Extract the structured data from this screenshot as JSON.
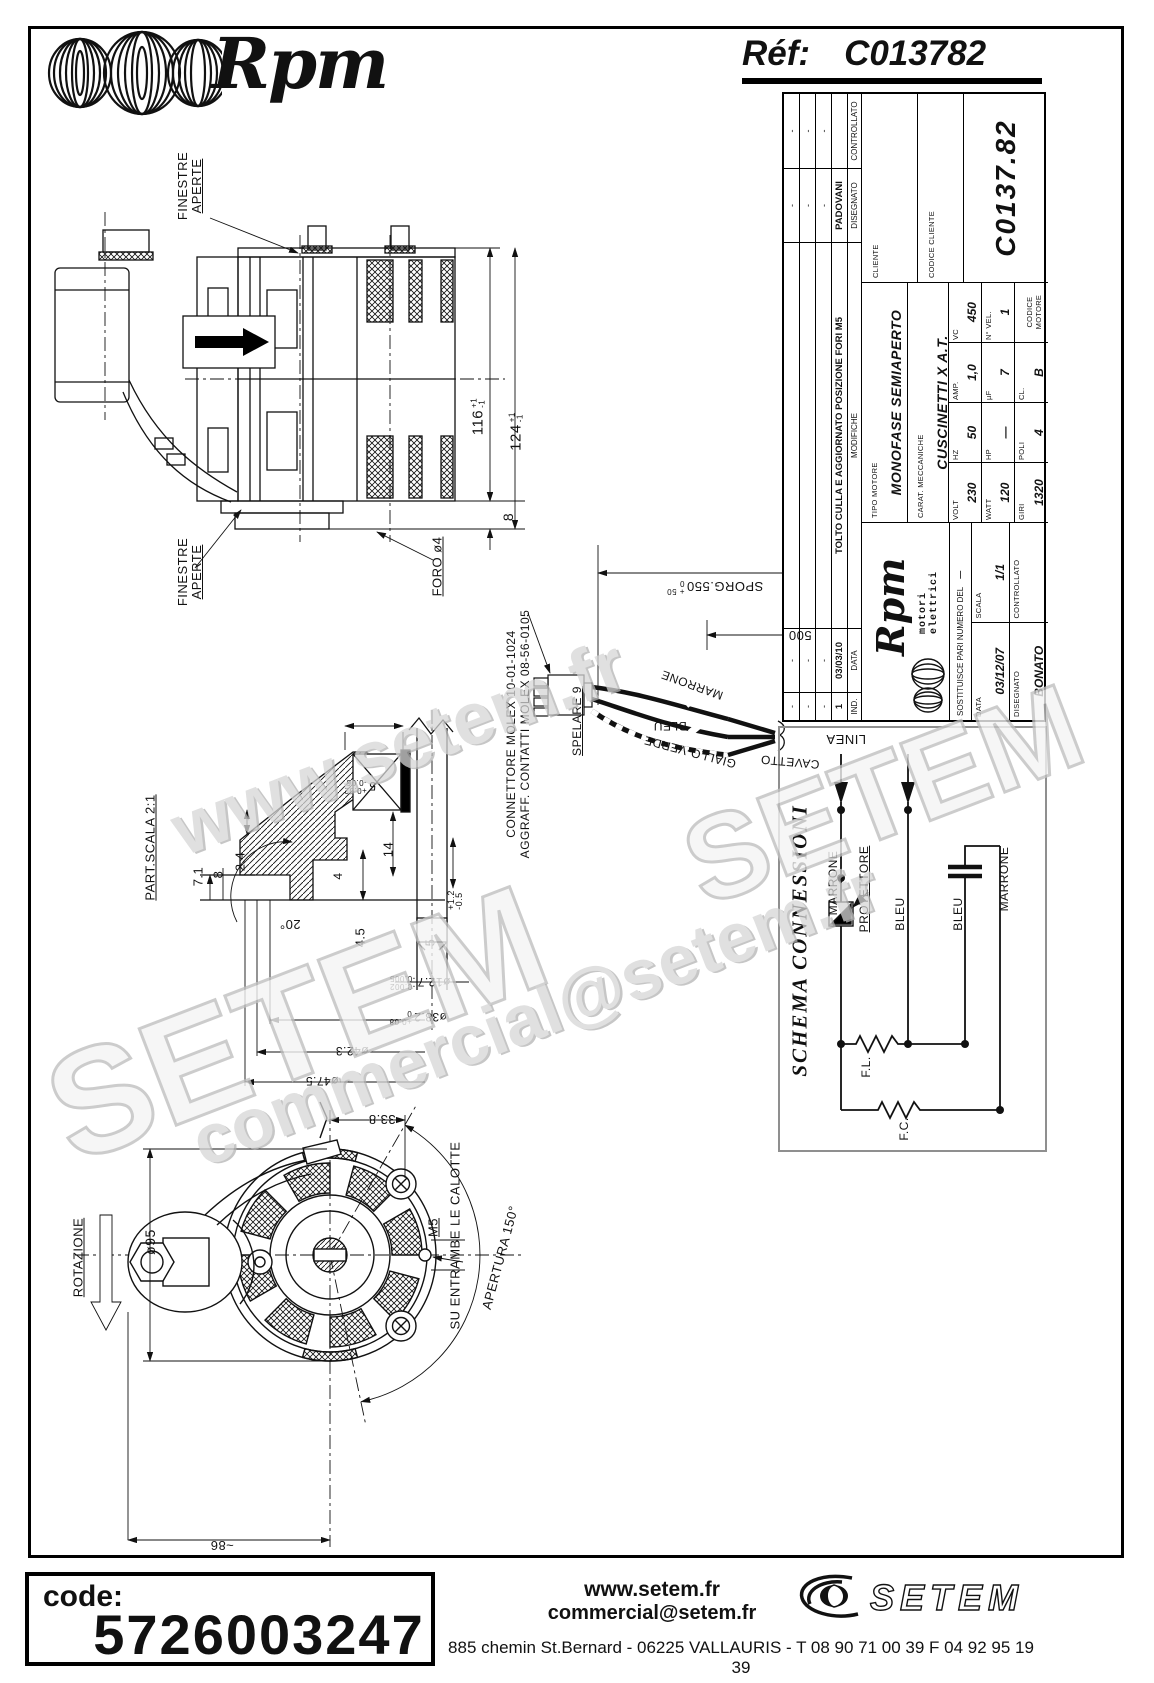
{
  "header": {
    "brand": "Rpm",
    "ref_label": "Réf:",
    "ref_value": "C013782"
  },
  "side_view": {
    "finestre1_l1": "FINESTRE",
    "finestre1_l2": "APERTE",
    "finestre2_l1": "FINESTRE",
    "finestre2_l2": "APERTE",
    "foro": "FORO ø4",
    "dim_height": "116",
    "dim_height_tp": "+1",
    "dim_height_tm": "-1",
    "dim_total": "124",
    "dim_total_tp": "+1",
    "dim_total_tm": "-1",
    "dim_flange": "8"
  },
  "cable": {
    "sporg": "SPORG.550",
    "sporg_tp": "+ 50",
    "sporg_tm": "0",
    "dim_wire": "500",
    "marrone": "MARRONE",
    "bleu": "BLEU",
    "giallo_verde": "GIALLO-VERDE",
    "cavetto": "CAVETTO",
    "spelare": "SPELARE 9",
    "conn_line1": "CONNETTORE MOLEX 10-01-1024",
    "conn_line2": "AGGRAFF. CONTATTI MOLEX 08-56-0105"
  },
  "detail": {
    "title": "PART.SCALA 2:1",
    "d71": "7.1",
    "d8": "8",
    "d24": "2.4",
    "d45": "4.5",
    "d4": "4",
    "d20": "20°",
    "d14": "14",
    "d5top": "5",
    "d5top_tp": "+0.02",
    "d5top_tm": "-0.06",
    "d5right": "5",
    "tol_p12": "+1.2",
    "tol_m05": "-0.5",
    "d127": "ø12.7",
    "d127_tp": "-0.002",
    "d127_tm": "-0.005",
    "d382": "ø38.2",
    "d382_tp": "+0.08",
    "d382_tm": "0",
    "d423": "ø42.3",
    "d475": "ø47.5"
  },
  "front_view": {
    "rotazione": "ROTAZIONE",
    "d95": "ø95",
    "d338": "33.8",
    "m5": "M5",
    "su_entrambe": "SU ENTRAMBE LE CALOTTE",
    "apertura": "APERTURA 150°",
    "d86": "~86"
  },
  "title_block": {
    "revisions": [
      {
        "ind": "-",
        "data": "-",
        "modifiche": "",
        "disegnato": "-",
        "controllato": "-"
      },
      {
        "ind": "-",
        "data": "-",
        "modifiche": "",
        "disegnato": "-",
        "controllato": "-"
      },
      {
        "ind": "-",
        "data": "-",
        "modifiche": "",
        "disegnato": "-",
        "controllato": "-"
      },
      {
        "ind": "1",
        "data": "03/03/10",
        "modifiche": "TOLTO CULLA E AGGIORNATO POSIZIONE FORI M5",
        "disegnato": "PADOVANI",
        "controllato": ""
      }
    ],
    "rev_headers": {
      "ind": "IND.",
      "data": "DATA",
      "modifiche": "MODIFICHE",
      "disegnato": "DISEGNATO",
      "controllato": "CONTROLLATO"
    },
    "logo_text": "Rpm",
    "logo_sub": "motori elettrici",
    "tipo_label": "TIPO MOTORE",
    "tipo_value": "MONOFASE SEMIAPERTO",
    "carat_label": "CARAT. MECCANICHE",
    "carat_value": "CUSCINETTI X A.T.",
    "specs": [
      {
        "l": "VOLT",
        "v": "230"
      },
      {
        "l": "HZ",
        "v": "50"
      },
      {
        "l": "AMP.",
        "v": "1,0"
      },
      {
        "l": "VC",
        "v": "450"
      },
      {
        "l": "WATT",
        "v": "120"
      },
      {
        "l": "HP",
        "v": "—"
      },
      {
        "l": "µF",
        "v": "7"
      },
      {
        "l": "N° VEL.",
        "v": "1"
      },
      {
        "l": "GIRI",
        "v": "1320"
      },
      {
        "l": "POLI",
        "v": "4"
      },
      {
        "l": "CL.",
        "v": "B"
      },
      {
        "l": "CODICE MOTORE",
        "v": ""
      }
    ],
    "sostituisce_label": "SOSTITUISCE PARI NUMERO DEL",
    "sostituisce_value": "—",
    "data_label": "DATA",
    "data_value": "03/12/07",
    "scala_label": "SCALA",
    "scala_value": "1/1",
    "disegnato_label": "DISEGNATO",
    "disegnato_value": "BONATO",
    "controllato_label": "CONTROLLATO",
    "cliente_label": "CLIENTE",
    "codice_cliente_label": "CODICE CLIENTE",
    "codice_motore_value": "C0137.82"
  },
  "schema": {
    "title": "SCHEMA CONNESSIONI",
    "linea": "LINEA",
    "marrone_left": "MARRONE",
    "protettore": "PROTETTORE",
    "bleu_1": "BLEU",
    "bleu_2": "BLEU",
    "marrone_right": "MARRONE",
    "fl": "F.L.",
    "fc": "F.C."
  },
  "watermark": {
    "web": "www.setem.fr",
    "brand": "SETEM",
    "email": "commercial@setem.fr"
  },
  "footer": {
    "code_label": "code:",
    "code_value": "5726003247",
    "web": "www.setem.fr",
    "email": "commercial@setem.fr",
    "brand": "SETEM",
    "address": "885 chemin St.Bernard  -  06225 VALLAURIS  -  T 08 90 71 00 39   F 04 92 95 19 39"
  }
}
